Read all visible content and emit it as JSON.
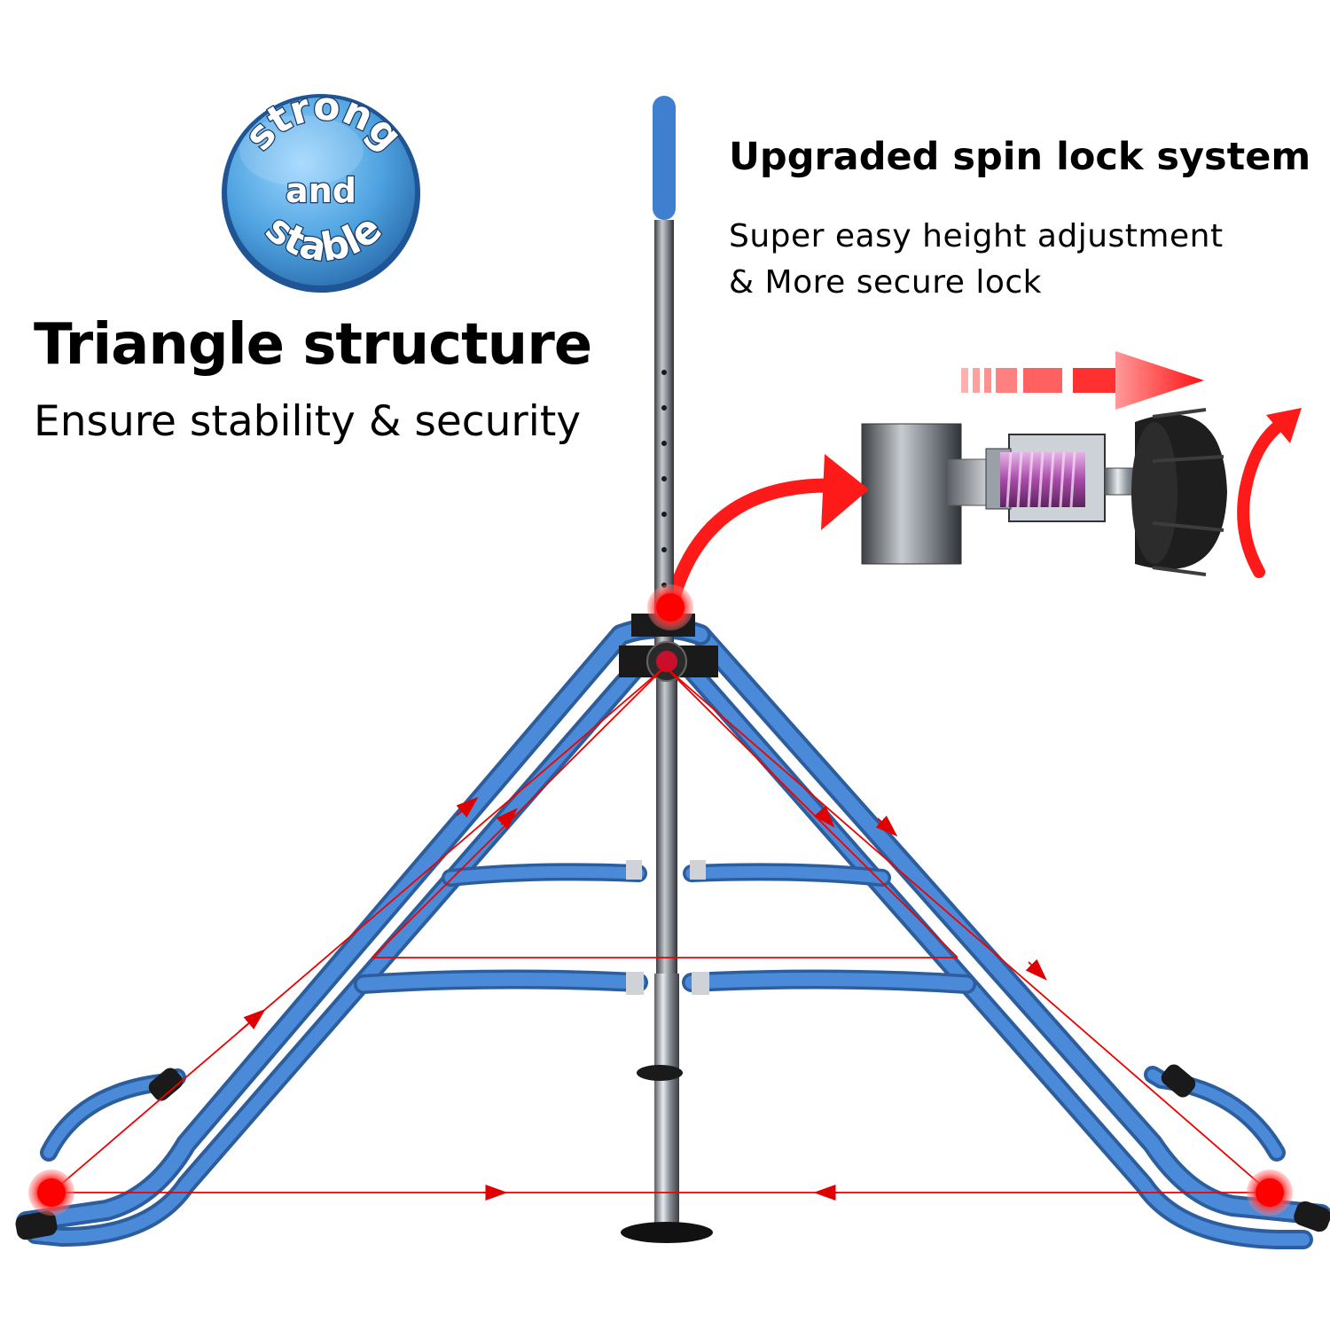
{
  "badge": {
    "line1": "strong",
    "line2": "and",
    "line3": "stable"
  },
  "left_heading": {
    "title": "Triangle structure",
    "subtitle": "Ensure stability & security"
  },
  "right_heading": {
    "title": "Upgraded spin lock system",
    "line1": "Super easy height adjustment",
    "line2": "& More secure lock"
  },
  "colors": {
    "frame_blue": "#3a78c8",
    "highlight_red": "#ff1a1a",
    "chrome": "#9aa0a8",
    "badge_blue": "#4fa3e0"
  }
}
